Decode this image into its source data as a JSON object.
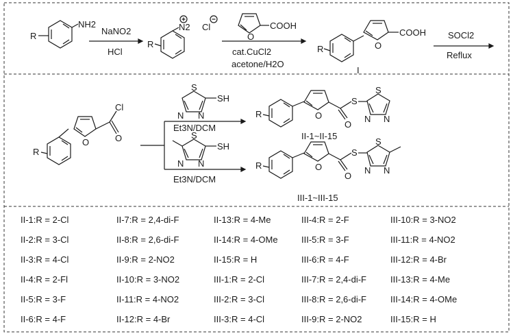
{
  "scheme": {
    "step1": {
      "reagent_top": "NaNO2",
      "reagent_bottom": "HCl"
    },
    "step2": {
      "reagent_top_group": "COOH",
      "reagent_bottom_1": "cat.CuCl2",
      "reagent_bottom_2": "acetone/H2O"
    },
    "step3": {
      "reagent_top": "SOCl2",
      "reagent_bottom": "Reflux"
    },
    "compound_I_label": "I",
    "branch_upper": {
      "thiol": "SH",
      "reagent": "Et3N/DCM",
      "product_label": "II-1~II-15"
    },
    "branch_lower": {
      "thiol": "SH",
      "reagent": "Et3N/DCM",
      "product_label": "III-1~III-15"
    },
    "atoms": {
      "R": "R",
      "NH2": "NH2",
      "N2": "N2",
      "Cl": "Cl",
      "COOH": "COOH",
      "O": "O",
      "S": "S",
      "N": "N",
      "SH": "SH"
    }
  },
  "substituents": [
    [
      "II-1:R = 2-Cl",
      "II-2:R = 3-Cl",
      "II-3:R = 4-Cl",
      "II-4:R = 2-Fl",
      "II-5:R = 3-F",
      "II-6:R = 4-F"
    ],
    [
      "II-7:R = 2,4-di-F",
      "II-8:R = 2,6-di-F",
      "II-9:R = 2-NO2",
      "II-10:R = 3-NO2",
      "II-11:R = 4-NO2",
      "II-12:R = 4-Br"
    ],
    [
      "II-13:R = 4-Me",
      "II-14:R = 4-OMe",
      "II-15:R = H",
      "III-1:R = 2-Cl",
      "III-2:R = 3-Cl",
      "III-3:R = 4-Cl"
    ],
    [
      "III-4:R = 2-F",
      "III-5:R = 3-F",
      "III-6:R = 4-F",
      "III-7:R = 2,4-di-F",
      "III-8:R = 2,6-di-F",
      "III-9:R = 2-NO2"
    ],
    [
      "III-10:R = 3-NO2",
      "III-11:R = 4-NO2",
      "III-12:R = 4-Br",
      "III-13:R = 4-Me",
      "III-14:R = 4-OMe",
      "III-15:R = H"
    ]
  ]
}
